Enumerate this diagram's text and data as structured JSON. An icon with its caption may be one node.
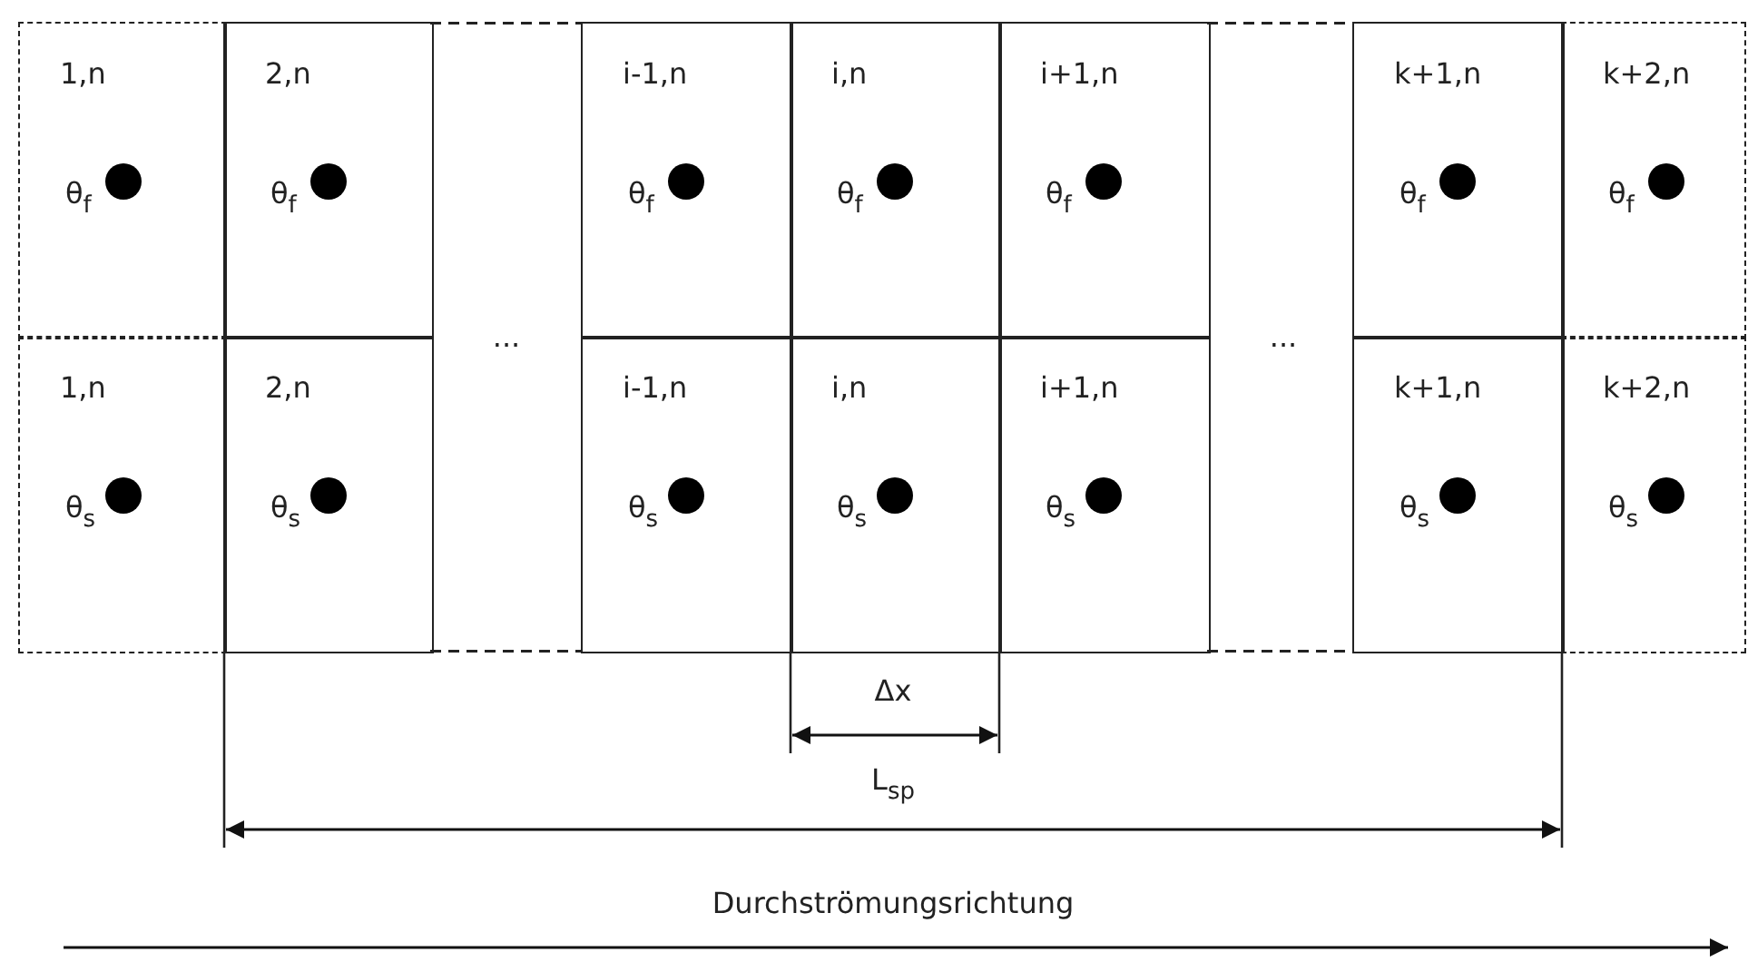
{
  "diagram": {
    "nodes": [
      {
        "text": [
          "1,n",
          "θ$_{f}$"
        ]
      },
      {
        "text": [
          "2,n",
          "θ$_{f}$"
        ]
      },
      {
        "text": [
          "i-1,n",
          "θ$_{f}$"
        ]
      },
      {
        "text": [
          "i,n",
          "θ$_{f}$"
        ]
      },
      {
        "text": [
          "i+1,n",
          "θ$_{f}$"
        ]
      },
      {
        "text": [
          "k+1,n",
          "θ$_{f}$"
        ]
      },
      {
        "text": [
          "k+2,n",
          "θ$_{f}$"
        ]
      },
      {
        "text": [
          "1,n",
          "θ$_{s}$"
        ]
      },
      {
        "text": [
          "2,n",
          "θ$_{s}$"
        ]
      },
      {
        "text": [
          "i-1,n",
          "θ$_{s}$"
        ]
      },
      {
        "text": [
          "i,n",
          "θ$_{s}$"
        ]
      },
      {
        "text": [
          "i+1,n",
          "θ$_{s}$"
        ]
      },
      {
        "text": [
          "k+1,n",
          "θ$_{s}$"
        ]
      },
      {
        "text": [
          "k+2,n",
          "θ$_{s}$"
        ]
      }
    ],
    "labels": [
      "...",
      "...",
      "Δx",
      "L$_{sp}$",
      "Durchströmungsrichtung"
    ]
  }
}
